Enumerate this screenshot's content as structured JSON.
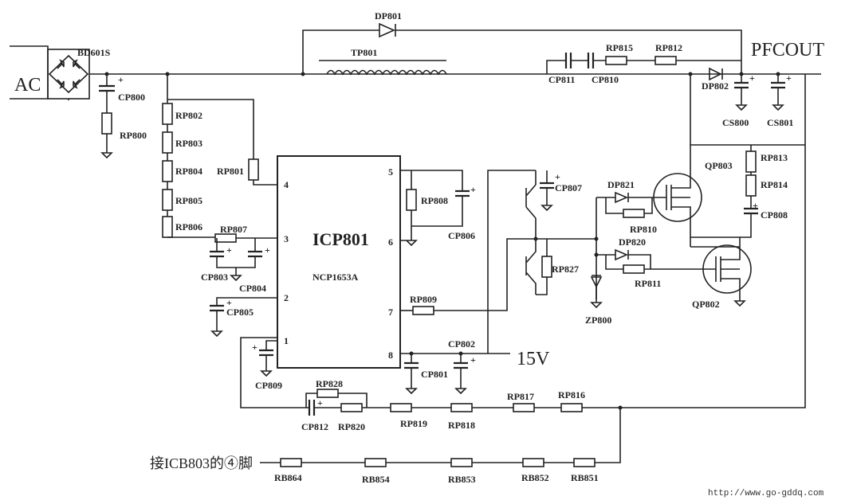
{
  "input": {
    "ac_label": "AC"
  },
  "output": {
    "pfc_out": "PFCOUT",
    "supply": "15V"
  },
  "ic": {
    "ref": "ICP801",
    "part": "NCP1653A",
    "pins": [
      "4",
      "3",
      "2",
      "1",
      "5",
      "6",
      "7",
      "8"
    ]
  },
  "bridge": "BD601S",
  "inductor": "TP801",
  "diodes": {
    "dp801": "DP801",
    "dp802": "DP802",
    "dp821": "DP821",
    "dp820": "DP820",
    "zp800": "ZP800"
  },
  "capacitors": {
    "cp800": "CP800",
    "cp811": "CP811",
    "cp810": "CP810",
    "cs800": "CS800",
    "cs801": "CS801",
    "cp803": "CP803",
    "cp804": "CP804",
    "cp805": "CP805",
    "cp809": "CP809",
    "cp806": "CP806",
    "cp807": "CP807",
    "cp808": "CP808",
    "cp802": "CP802",
    "cp801": "CP801",
    "cp812": "CP812"
  },
  "resistors": {
    "rp800": "RP800",
    "rp802": "RP802",
    "rp803": "RP803",
    "rp804": "RP804",
    "rp805": "RP805",
    "rp806": "RP806",
    "rp801": "RP801",
    "rp807": "RP807",
    "rp808": "RP808",
    "rp809": "RP809",
    "rp815": "RP815",
    "rp812": "RP812",
    "rp813": "RP813",
    "rp814": "RP814",
    "rp810": "RP810",
    "rp811": "RP811",
    "rp827": "RP827",
    "rp828": "RP828",
    "rp820": "RP820",
    "rp819": "RP819",
    "rp818": "RP818",
    "rp817": "RP817",
    "rp816": "RP816",
    "rb864": "RB864",
    "rb854": "RB854",
    "rb853": "RB853",
    "rb852": "RB852",
    "rb851": "RB851"
  },
  "transistors": {
    "qp803": "QP803",
    "qp802": "QP802"
  },
  "note": "接ICB803的④脚",
  "watermark": "http://www.go-gddq.com"
}
